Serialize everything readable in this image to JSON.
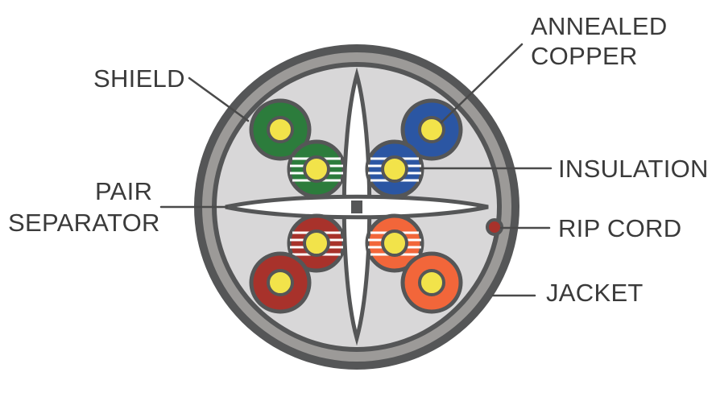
{
  "diagram": {
    "labels": {
      "annealed_copper_line1": "ANNEALED",
      "annealed_copper_line2": "COPPER",
      "shield": "SHIELD",
      "insulation": "INSULATION",
      "pair_separator_line1": "PAIR",
      "pair_separator_line2": "SEPARATOR",
      "rip_cord": "RIP CORD",
      "jacket": "JACKET"
    },
    "colors": {
      "jacket_outer": "#555657",
      "jacket_shield": "#9c9a98",
      "interior": "#d8d7d8",
      "separator": "#ffffff",
      "copper": "#f2e34a",
      "pair_green": "#2c7c3c",
      "pair_blue": "#2b56a3",
      "pair_red": "#a8322b",
      "pair_orange": "#f2663a",
      "rip_cord": "#a8322b",
      "text": "#3a3a3a"
    }
  }
}
